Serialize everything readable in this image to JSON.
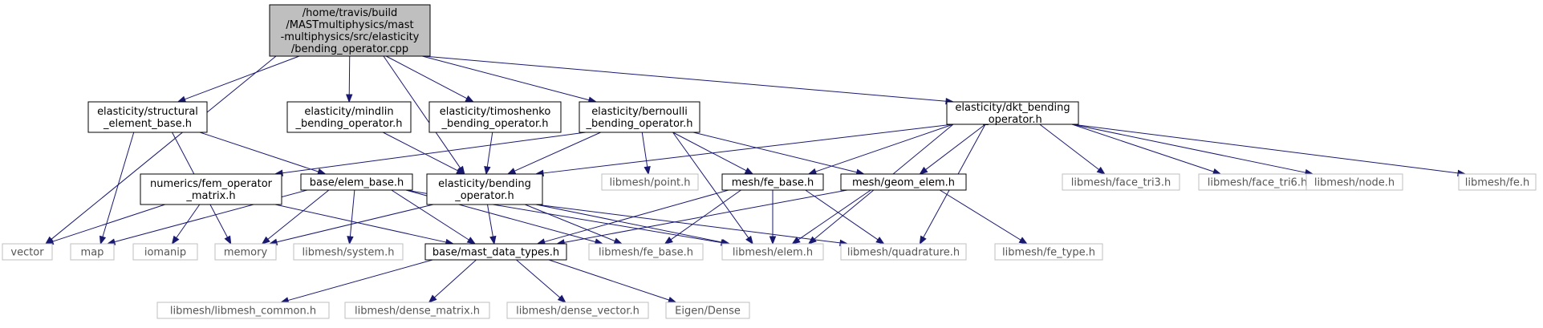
{
  "diagram": {
    "nodes": [
      {
        "id": "root",
        "kind": "root",
        "lines": [
          "/home/travis/build",
          "/MASTmultiphysics/mast",
          "-multiphysics/src/elasticity",
          "/bending_operator.cpp"
        ]
      },
      {
        "id": "seb",
        "kind": "internal",
        "lines": [
          "elasticity/structural",
          "_element_base.h"
        ]
      },
      {
        "id": "mbo",
        "kind": "internal",
        "lines": [
          "elasticity/mindlin",
          "_bending_operator.h"
        ]
      },
      {
        "id": "tbo",
        "kind": "internal",
        "lines": [
          "elasticity/timoshenko",
          "_bending_operator.h"
        ]
      },
      {
        "id": "bbo",
        "kind": "internal",
        "lines": [
          "elasticity/bernoulli",
          "_bending_operator.h"
        ]
      },
      {
        "id": "dkt",
        "kind": "internal",
        "lines": [
          "elasticity/dkt_bending",
          "_operator.h"
        ]
      },
      {
        "id": "fom",
        "kind": "internal",
        "lines": [
          "numerics/fem_operator",
          "_matrix.h"
        ]
      },
      {
        "id": "ebase",
        "kind": "internal",
        "lines": [
          "base/elem_base.h"
        ]
      },
      {
        "id": "bo",
        "kind": "internal",
        "lines": [
          "elasticity/bending",
          "_operator.h"
        ]
      },
      {
        "id": "point",
        "kind": "external",
        "lines": [
          "libmesh/point.h"
        ]
      },
      {
        "id": "febase",
        "kind": "internal",
        "lines": [
          "mesh/fe_base.h"
        ]
      },
      {
        "id": "geom",
        "kind": "internal",
        "lines": [
          "mesh/geom_elem.h"
        ]
      },
      {
        "id": "tri3",
        "kind": "external",
        "lines": [
          "libmesh/face_tri3.h"
        ]
      },
      {
        "id": "tri6",
        "kind": "external",
        "lines": [
          "libmesh/face_tri6.h"
        ]
      },
      {
        "id": "node",
        "kind": "external",
        "lines": [
          "libmesh/node.h"
        ]
      },
      {
        "id": "fe",
        "kind": "external",
        "lines": [
          "libmesh/fe.h"
        ]
      },
      {
        "id": "vector",
        "kind": "external",
        "lines": [
          "vector"
        ]
      },
      {
        "id": "map",
        "kind": "external",
        "lines": [
          "map"
        ]
      },
      {
        "id": "iomanip",
        "kind": "external",
        "lines": [
          "iomanip"
        ]
      },
      {
        "id": "memory",
        "kind": "external",
        "lines": [
          "memory"
        ]
      },
      {
        "id": "system",
        "kind": "external",
        "lines": [
          "libmesh/system.h"
        ]
      },
      {
        "id": "mdt",
        "kind": "internal",
        "lines": [
          "base/mast_data_types.h"
        ]
      },
      {
        "id": "lfebase",
        "kind": "external",
        "lines": [
          "libmesh/fe_base.h"
        ]
      },
      {
        "id": "elem",
        "kind": "external",
        "lines": [
          "libmesh/elem.h"
        ]
      },
      {
        "id": "quad",
        "kind": "external",
        "lines": [
          "libmesh/quadrature.h"
        ]
      },
      {
        "id": "fetype",
        "kind": "external",
        "lines": [
          "libmesh/fe_type.h"
        ]
      },
      {
        "id": "common",
        "kind": "external",
        "lines": [
          "libmesh/libmesh_common.h"
        ]
      },
      {
        "id": "dmat",
        "kind": "external",
        "lines": [
          "libmesh/dense_matrix.h"
        ]
      },
      {
        "id": "dvec",
        "kind": "external",
        "lines": [
          "libmesh/dense_vector.h"
        ]
      },
      {
        "id": "eigen",
        "kind": "external",
        "lines": [
          "Eigen/Dense"
        ]
      }
    ],
    "edges": [
      [
        "root",
        "vector"
      ],
      [
        "root",
        "seb"
      ],
      [
        "root",
        "bo"
      ],
      [
        "root",
        "mbo"
      ],
      [
        "root",
        "tbo"
      ],
      [
        "root",
        "bbo"
      ],
      [
        "root",
        "dkt"
      ],
      [
        "seb",
        "map"
      ],
      [
        "seb",
        "memory"
      ],
      [
        "seb",
        "ebase"
      ],
      [
        "mbo",
        "bo"
      ],
      [
        "tbo",
        "bo"
      ],
      [
        "bbo",
        "fom"
      ],
      [
        "bbo",
        "bo"
      ],
      [
        "bbo",
        "point"
      ],
      [
        "bbo",
        "febase"
      ],
      [
        "bbo",
        "geom"
      ],
      [
        "bbo",
        "elem"
      ],
      [
        "dkt",
        "bo"
      ],
      [
        "dkt",
        "febase"
      ],
      [
        "dkt",
        "geom"
      ],
      [
        "dkt",
        "elem"
      ],
      [
        "dkt",
        "quad"
      ],
      [
        "dkt",
        "tri3"
      ],
      [
        "dkt",
        "tri6"
      ],
      [
        "dkt",
        "node"
      ],
      [
        "dkt",
        "fe"
      ],
      [
        "fom",
        "vector"
      ],
      [
        "fom",
        "iomanip"
      ],
      [
        "fom",
        "mdt"
      ],
      [
        "ebase",
        "map"
      ],
      [
        "ebase",
        "memory"
      ],
      [
        "ebase",
        "system"
      ],
      [
        "ebase",
        "mdt"
      ],
      [
        "ebase",
        "elem"
      ],
      [
        "ebase",
        "lfebase"
      ],
      [
        "bo",
        "memory"
      ],
      [
        "bo",
        "mdt"
      ],
      [
        "bo",
        "lfebase"
      ],
      [
        "bo",
        "elem"
      ],
      [
        "bo",
        "quad"
      ],
      [
        "febase",
        "mdt"
      ],
      [
        "febase",
        "lfebase"
      ],
      [
        "febase",
        "elem"
      ],
      [
        "febase",
        "quad"
      ],
      [
        "geom",
        "mdt"
      ],
      [
        "geom",
        "elem"
      ],
      [
        "geom",
        "fetype"
      ],
      [
        "mdt",
        "common"
      ],
      [
        "mdt",
        "dmat"
      ],
      [
        "mdt",
        "dvec"
      ],
      [
        "mdt",
        "eigen"
      ]
    ]
  },
  "colors": {
    "root_fill": "#bfbfbf",
    "node_border": "#000000",
    "external_border": "#bfbfbf",
    "external_text": "#555555",
    "edge": "#191970"
  }
}
